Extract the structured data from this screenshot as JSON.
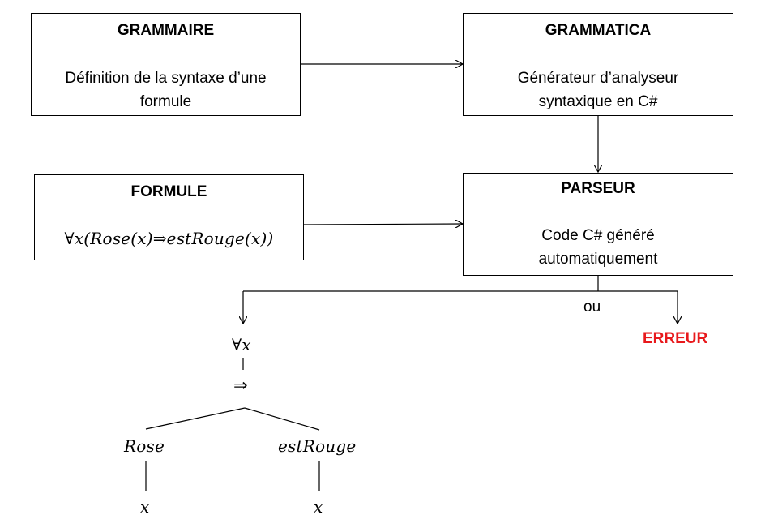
{
  "boxes": {
    "grammaire": {
      "title": "GRAMMAIRE",
      "body_line1": "Définition de la syntaxe d’une",
      "body_line2": "formule"
    },
    "grammatica": {
      "title": "GRAMMATICA",
      "body_line1": "Générateur d’analyseur",
      "body_line2": "syntaxique en C#"
    },
    "formule": {
      "title": "FORMULE",
      "formula": "∀x(Rose(x)⇒estRouge(x))"
    },
    "parseur": {
      "title": "PARSEUR",
      "body_line1": "Code C# généré",
      "body_line2": "automatiquement"
    }
  },
  "branch": {
    "or_label": "ou",
    "error_label": "ERREUR"
  },
  "tree": {
    "root": "∀x",
    "implies": "⇒",
    "left_predicate": "Rose",
    "right_predicate": "estRouge",
    "left_leaf": "x",
    "right_leaf": "x"
  },
  "colors": {
    "error": "#e8191c",
    "line": "#000000"
  }
}
